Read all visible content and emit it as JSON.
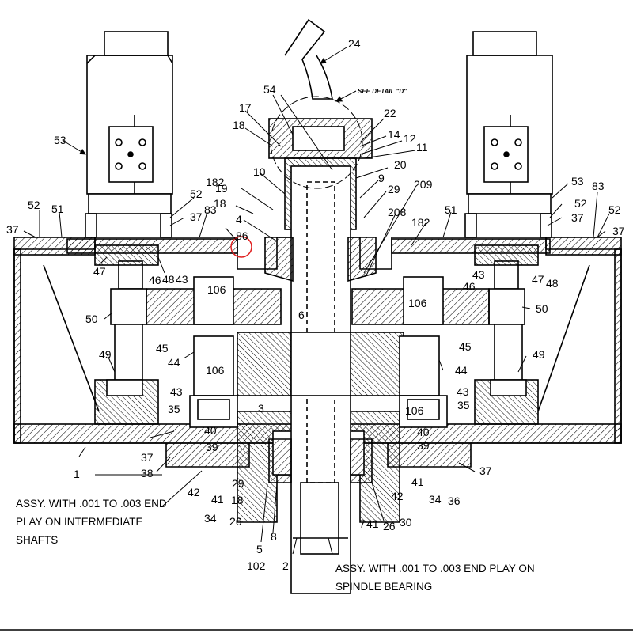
{
  "callouts": [
    "24",
    "54",
    "22",
    "17",
    "18",
    "14",
    "12",
    "11",
    "20",
    "10",
    "9",
    "29",
    "209",
    "182",
    "19",
    "18",
    "4",
    "86",
    "208",
    "182",
    "51",
    "53",
    "83",
    "52",
    "37",
    "37",
    "52",
    "51",
    "52",
    "83",
    "53",
    "52",
    "37",
    "37",
    "47",
    "48",
    "43",
    "106",
    "46",
    "43",
    "106",
    "46",
    "47",
    "48",
    "50",
    "50",
    "45",
    "45",
    "6",
    "44",
    "44",
    "49",
    "49",
    "106",
    "3",
    "43",
    "35",
    "106",
    "43",
    "35",
    "40",
    "40",
    "39",
    "39",
    "37",
    "38",
    "1",
    "42",
    "41",
    "34",
    "29",
    "18",
    "26",
    "5",
    "102",
    "8",
    "2",
    "7",
    "41",
    "26",
    "30",
    "42",
    "41",
    "34",
    "36",
    "37"
  ],
  "detail_label": "SEE DETAIL \"D\"",
  "notes": {
    "left_line1": "ASSY. WITH .001 TO .003 END",
    "left_line2": "PLAY ON INTERMEDIATE",
    "left_line3": "SHAFTS",
    "right_line1": "ASSY. WITH .001 TO .003 END PLAY ON",
    "right_line2": "SPINDLE BEARING"
  },
  "colors": {
    "ink": "#000000",
    "paper": "#ffffff",
    "highlight": "#e02020"
  }
}
